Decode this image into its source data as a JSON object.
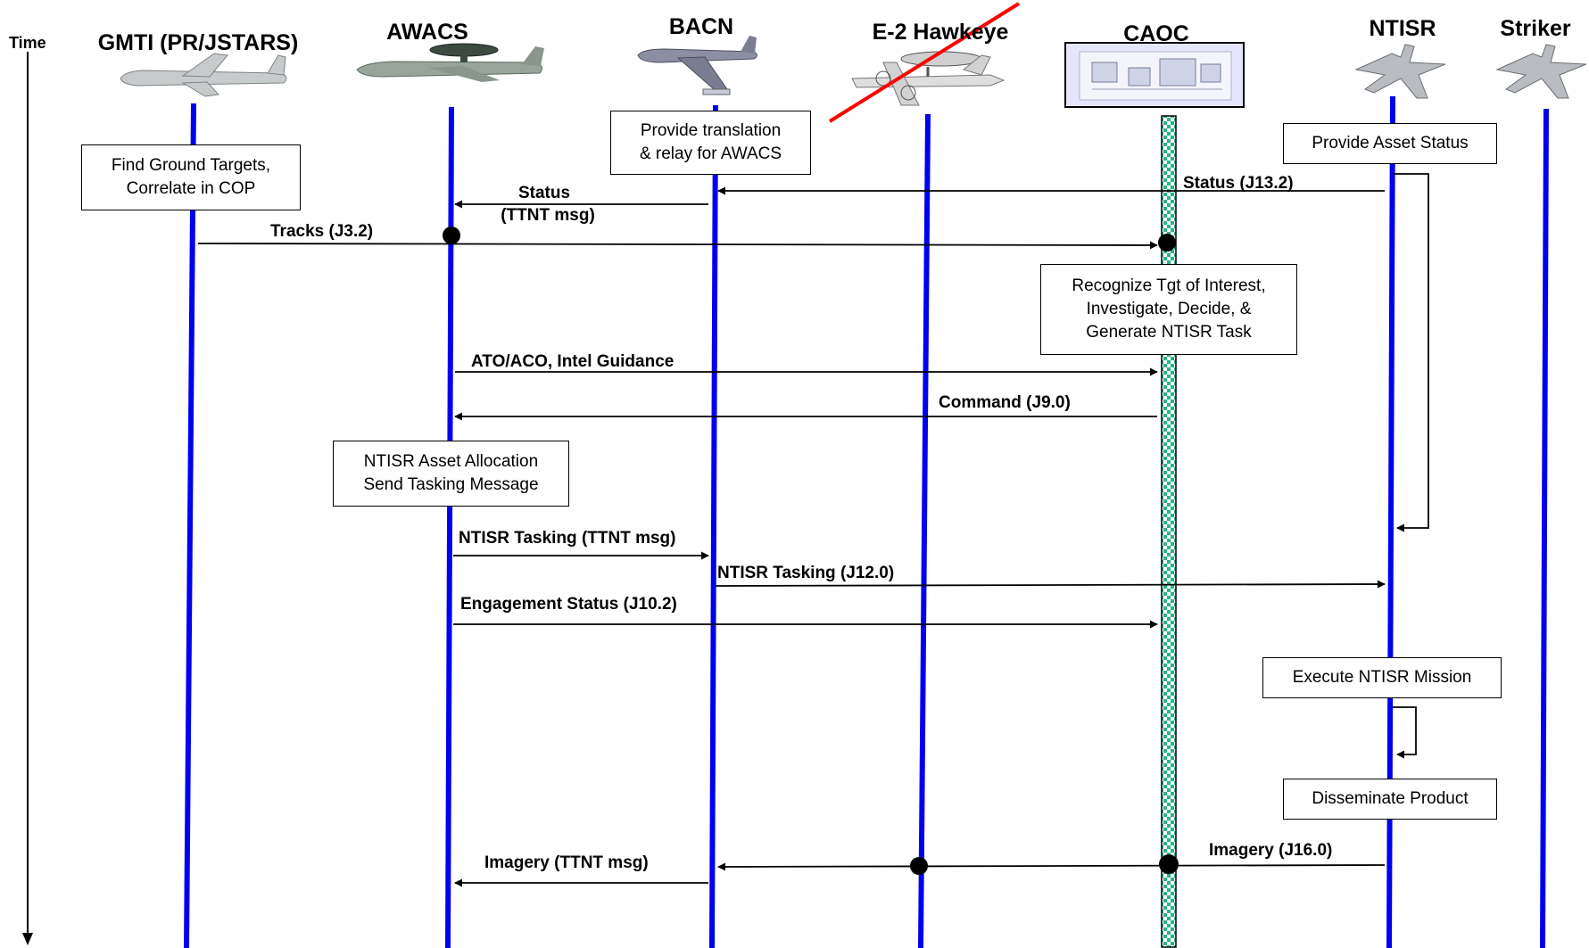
{
  "time_label": "Time",
  "lifelines": [
    {
      "id": "gmti",
      "label": "GMTI (PR/JSTARS)",
      "icon": "aircraft-icon"
    },
    {
      "id": "awacs",
      "label": "AWACS",
      "icon": "awacs-aircraft-icon"
    },
    {
      "id": "bacn",
      "label": "BACN",
      "icon": "aircraft-icon"
    },
    {
      "id": "e2",
      "label": "E-2 Hawkeye",
      "icon": "aircraft-icon",
      "crossed_out": true
    },
    {
      "id": "caoc",
      "label": "CAOC",
      "icon": "building-icon"
    },
    {
      "id": "ntisr",
      "label": "NTISR",
      "icon": "fighter-jet-icon"
    },
    {
      "id": "striker",
      "label": "Striker",
      "icon": "fighter-jet-icon"
    }
  ],
  "notes": {
    "find_targets": "Find Ground Targets,\nCorrelate in COP",
    "translation": "Provide translation\n& relay for AWACS",
    "asset_status": "Provide Asset Status",
    "recognize": "Recognize Tgt of Interest,\nInvestigate, Decide, &\nGenerate NTISR Task",
    "allocation": "NTISR Asset Allocation\nSend Tasking Message",
    "execute": "Execute NTISR Mission",
    "disseminate": "Disseminate Product"
  },
  "messages": {
    "status_j13": "Status (J13.2)",
    "status_ttnt_1": "Status",
    "status_ttnt_2": "(TTNT msg)",
    "tracks": "Tracks (J3.2)",
    "ato": "ATO/ACO, Intel Guidance",
    "command": "Command (J9.0)",
    "tasking_ttnt": "NTISR Tasking (TTNT msg)",
    "tasking_j12": "NTISR Tasking (J12.0)",
    "engagement": "Engagement Status (J10.2)",
    "imagery_j16": "Imagery (J16.0)",
    "imagery_ttnt": "Imagery (TTNT msg)"
  },
  "colors": {
    "lifeline": "#0000ee",
    "caoc_bar_fill": "#26b58a",
    "crossout": "#ff0000",
    "arrow": "#000000"
  }
}
